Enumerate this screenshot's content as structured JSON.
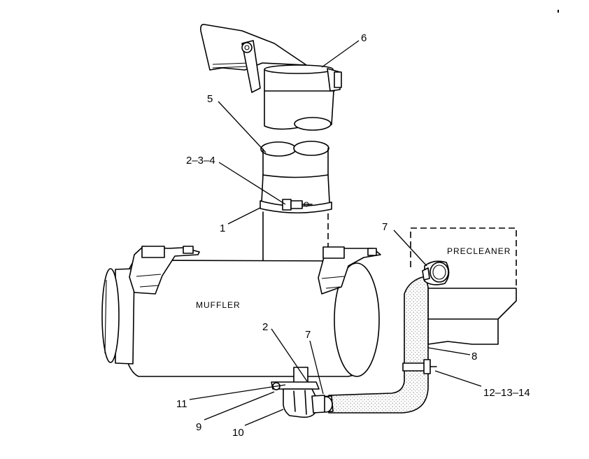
{
  "labels": {
    "precleaner": "PRECLEANER",
    "muffler": "MUFFLER"
  },
  "callouts": {
    "c6": "6",
    "c5": "5",
    "c234": "2–3–4",
    "c1": "1",
    "c7_top": "7",
    "c2_bottom": "2",
    "c7_bottom": "7",
    "c8": "8",
    "c12_13_14": "12–13–14",
    "c11": "11",
    "c9": "9",
    "c10": "10"
  },
  "colors": {
    "line": "#000000",
    "background": "#ffffff",
    "hose_stipple": "#9a9a9a"
  }
}
